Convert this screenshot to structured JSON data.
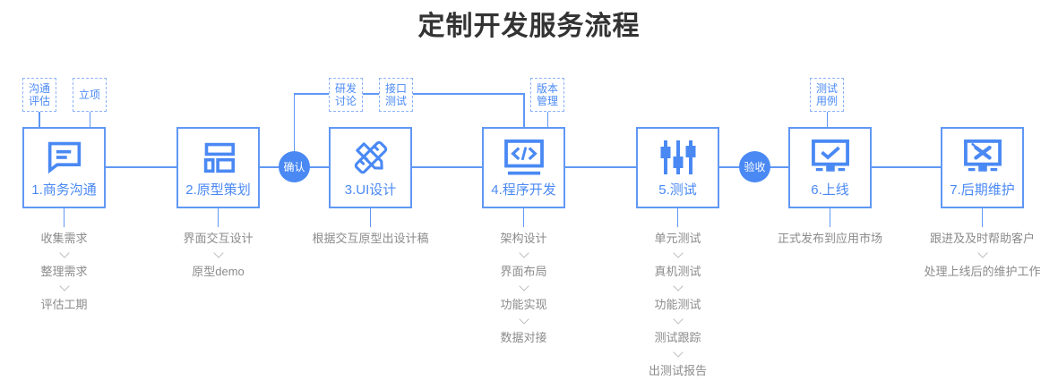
{
  "title": "定制开发服务流程",
  "colors": {
    "primary": "#4a89f4",
    "line": "#6098f5",
    "dashed": "#8db3f8",
    "gray_text": "#8b8b8b",
    "chevron": "#bdbdbd",
    "title_color": "#333333",
    "badge_text": "#ffffff",
    "box_bg": "#ffffff"
  },
  "tags": [
    {
      "label": "沟通\n评估"
    },
    {
      "label": "立项"
    },
    {
      "label": "研发\n讨论"
    },
    {
      "label": "接口\n测试"
    },
    {
      "label": "版本\n管理"
    },
    {
      "label": "测试\n用例"
    }
  ],
  "badges": [
    {
      "label": "确认"
    },
    {
      "label": "验收"
    }
  ],
  "steps": [
    {
      "label": "1.商务沟通",
      "icon": "chat-icon",
      "items": [
        "收集需求",
        "整理需求",
        "评估工期"
      ]
    },
    {
      "label": "2.原型策划",
      "icon": "prototype-icon",
      "items": [
        "界面交互设计",
        "原型demo"
      ]
    },
    {
      "label": "3.UI设计",
      "icon": "design-ruler-pencil-icon",
      "items": [
        "根据交互原型出设计稿"
      ]
    },
    {
      "label": "4.程序开发",
      "icon": "code-icon",
      "items": [
        "架构设计",
        "界面布局",
        "功能实现",
        "数据对接"
      ]
    },
    {
      "label": "5.测试",
      "icon": "sliders-icon",
      "items": [
        "单元测试",
        "真机测试",
        "功能测试",
        "测试跟踪",
        "出测试报告"
      ]
    },
    {
      "label": "6.上线",
      "icon": "monitor-check-icon",
      "items": [
        "正式发布到应用市场"
      ]
    },
    {
      "label": "7.后期维护",
      "icon": "monitor-tools-icon",
      "items": [
        "跟进及及时帮助客户",
        "处理上线后的维护工作"
      ]
    }
  ]
}
